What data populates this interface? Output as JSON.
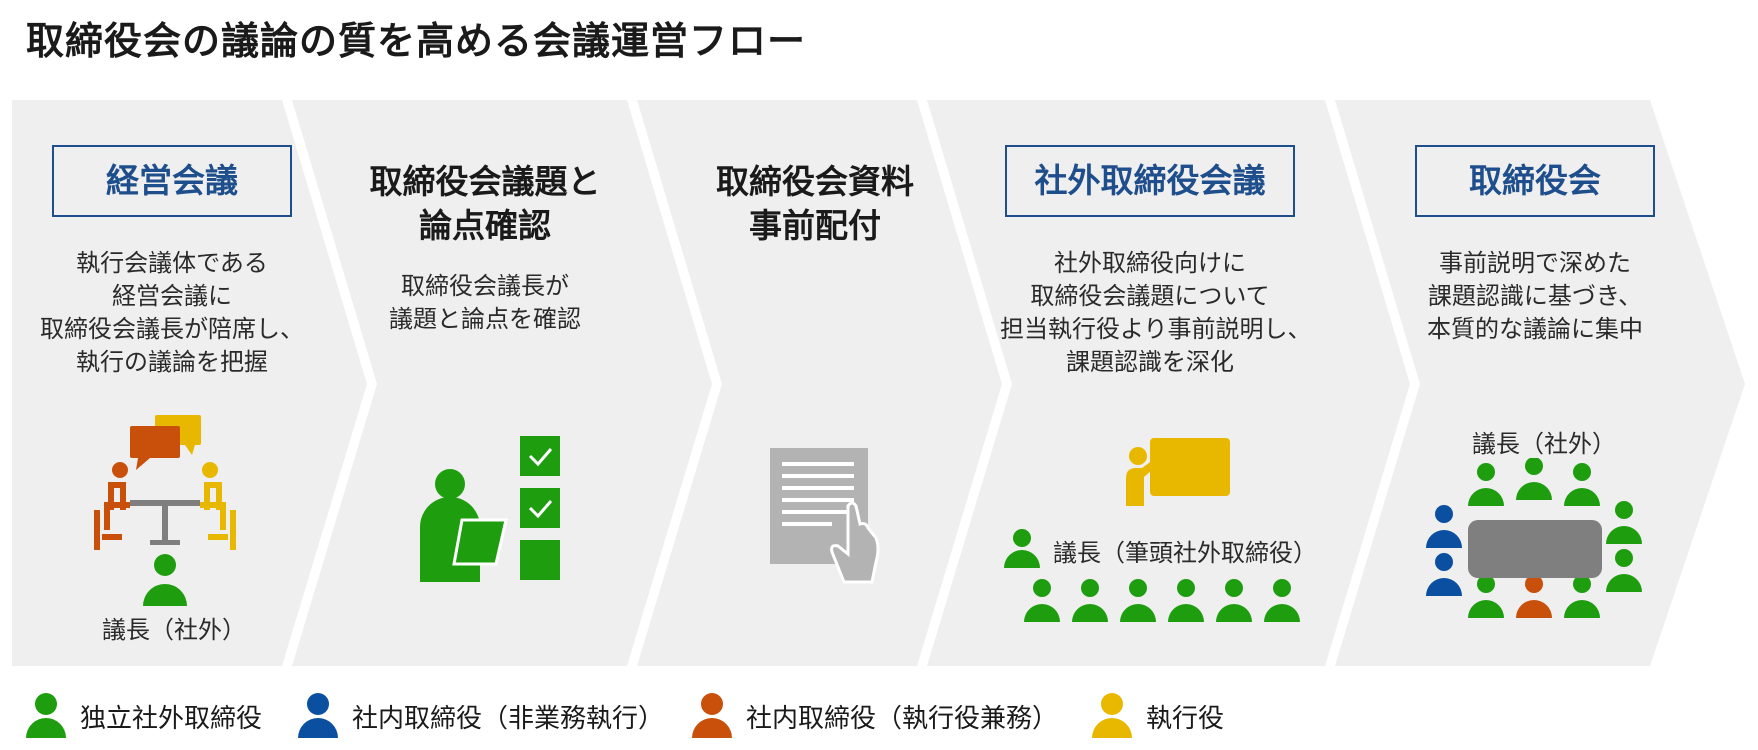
{
  "title": "取締役会の議論の質を高める会議運営フロー",
  "colors": {
    "accent_blue": "#1f4e8c",
    "independent_outside": "#1e9e0f",
    "internal_non_exec": "#0b4fa0",
    "internal_exec": "#c8500a",
    "executive": "#e8b800",
    "panel_bg": "#efefef"
  },
  "steps": [
    {
      "title": "経営会議",
      "boxed": true,
      "desc": [
        "執行会議体である",
        "経営会議に",
        "取締役会議長が陪席し、",
        "執行の議論を把握"
      ],
      "chair_label": "議長（社外）",
      "icon": "meeting-discussion-icon"
    },
    {
      "title_lines": [
        "取締役会議題と",
        "論点確認"
      ],
      "boxed": false,
      "desc": [
        "取締役会議長が",
        "議題と論点を確認"
      ],
      "icon": "checklist-review-icon"
    },
    {
      "title_lines": [
        "取締役会資料",
        "事前配付"
      ],
      "boxed": false,
      "desc": [],
      "icon": "document-hand-icon"
    },
    {
      "title": "社外取締役会議",
      "boxed": true,
      "desc": [
        "社外取締役向けに",
        "取締役会議題について",
        "担当執行役より事前説明し、",
        "課題認識を深化"
      ],
      "chair_label": "議長（筆頭社外取締役）",
      "icon": "presentation-icon"
    },
    {
      "title": "取締役会",
      "boxed": true,
      "desc": [
        "事前説明で深めた",
        "課題認識に基づき、",
        "本質的な議論に集中"
      ],
      "chair_label": "議長（社外）",
      "icon": "board-table-icon"
    }
  ],
  "legend": [
    {
      "label": "独立社外取締役",
      "color": "#1e9e0f"
    },
    {
      "label": "社内取締役（非業務執行）",
      "color": "#0b4fa0"
    },
    {
      "label": "社内取締役（執行役兼務）",
      "color": "#c8500a"
    },
    {
      "label": "執行役",
      "color": "#e8b800"
    }
  ]
}
